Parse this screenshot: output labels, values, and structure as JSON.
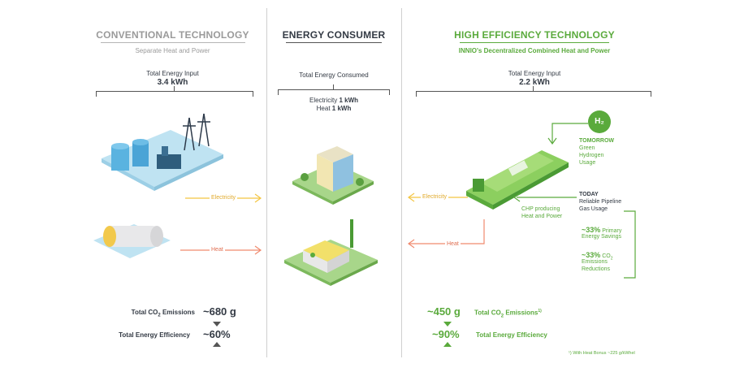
{
  "conventional": {
    "title": "CONVENTIONAL TECHNOLOGY",
    "subtitle": "Separate Heat and Power",
    "input_label": "Total Energy Input",
    "input_value": "3.4 kWh",
    "electricity_label": "Electricity",
    "heat_label": "Heat",
    "co2_label_pre": "Total CO",
    "co2_label_sub": "2",
    "co2_label_post": " Emissions",
    "co2_value": "~680 g",
    "eff_label": "Total Energy Efficiency",
    "eff_value": "~60%"
  },
  "consumer": {
    "title": "ENERGY CONSUMER",
    "consumed_label": "Total Energy Consumed",
    "electricity_line_label": "Electricity",
    "electricity_line_value": "1 kWh",
    "heat_line_label": "Heat",
    "heat_line_value": "1 kWh"
  },
  "high_eff": {
    "title": "HIGH EFFICIENCY TECHNOLOGY",
    "subtitle": "INNIO's Decentralized Combined Heat and Power",
    "input_label": "Total Energy Input",
    "input_value": "2.2 kWh",
    "electricity_label": "Electricity",
    "heat_label": "Heat",
    "h2_badge": "H₂",
    "tomorrow_title": "TOMORROW",
    "tomorrow_l1": "Green",
    "tomorrow_l2": "Hydrogen",
    "tomorrow_l3": "Usage",
    "today_title": "TODAY",
    "today_l1": "Reliable Pipeline",
    "today_l2": "Gas Usage",
    "chp_l1": "CHP producing",
    "chp_l2": "Heat and Power",
    "primary_pct": "~33%",
    "primary_l1": "Primary",
    "primary_l2": "Energy Savings",
    "co2red_pct": "~33%",
    "co2red_l1_pre": "CO",
    "co2red_l1_sub": "2",
    "co2red_l2": "Emissions",
    "co2red_l3": "Reductions",
    "co2_value": "~450 g",
    "co2_label_pre": "Total CO",
    "co2_label_sub": "2",
    "co2_label_post": " Emissions",
    "co2_footnote_mark": "1)",
    "eff_value": "~90%",
    "eff_label": "Total Energy Efficiency",
    "footnote": "¹) With Heat Bonus ~225 g/kWhel"
  },
  "colors": {
    "green": "#5aaa3c",
    "gray": "#9a9a9a",
    "electricity_arrow": "#f4c542",
    "heat_arrow": "#f08a6e",
    "dark": "#333a44"
  }
}
